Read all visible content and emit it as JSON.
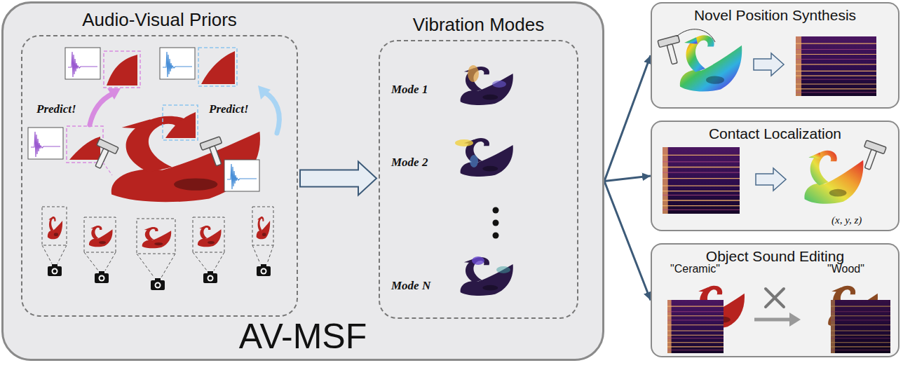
{
  "diagram": {
    "nodes": [
      {
        "text": [
          "AV-MSF"
        ]
      },
      {
        "text": [
          "Audio-Visual Priors"
        ],
        "in": 0
      },
      {
        "text": [
          "Vibration Modes"
        ],
        "in": 0
      },
      {
        "text": [
          "Novel Position Synthesis"
        ]
      },
      {
        "text": [
          "Contact Localization"
        ]
      },
      {
        "text": [
          "Object Sound Editing"
        ]
      }
    ],
    "edges": [
      {
        "from": 1,
        "to": 2,
        "arrow": "to"
      },
      {
        "from": 0,
        "to": 3,
        "arrow": "to"
      },
      {
        "from": 0,
        "to": 4,
        "arrow": "to"
      },
      {
        "from": 0,
        "to": 5,
        "arrow": "to"
      }
    ],
    "labels": [
      "Predict!",
      "Predict!",
      "Mode 1",
      "Mode 2",
      "Mode N",
      "(x, y, z)",
      "\"Ceramic\"",
      "\"Wood\""
    ]
  }
}
